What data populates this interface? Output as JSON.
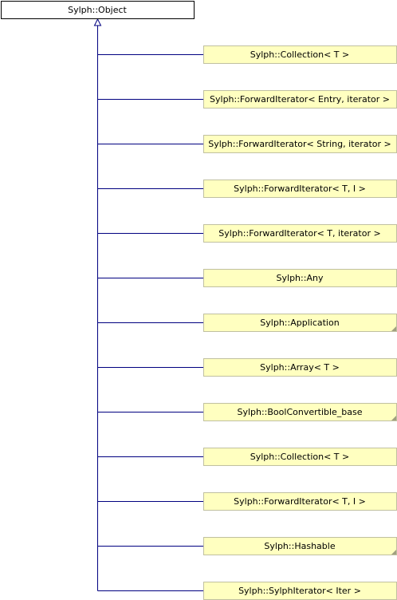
{
  "colors": {
    "root_fill": "#ffffff",
    "node_fill": "#ffffc0",
    "node_border": "#c0c0a0",
    "root_border": "#000000",
    "edge": "#000080",
    "corner_mark": "#a0a080"
  },
  "root": {
    "label": "Sylph::Object"
  },
  "children": [
    {
      "label": "Sylph::Collection< T >",
      "has_more": false
    },
    {
      "label": "Sylph::ForwardIterator< Entry, iterator >",
      "has_more": false
    },
    {
      "label": "Sylph::ForwardIterator< String, iterator >",
      "has_more": false
    },
    {
      "label": "Sylph::ForwardIterator< T, I >",
      "has_more": false
    },
    {
      "label": "Sylph::ForwardIterator< T, iterator >",
      "has_more": false
    },
    {
      "label": "Sylph::Any",
      "has_more": false
    },
    {
      "label": "Sylph::Application",
      "has_more": true
    },
    {
      "label": "Sylph::Array< T >",
      "has_more": false
    },
    {
      "label": "Sylph::BoolConvertible_base",
      "has_more": true
    },
    {
      "label": "Sylph::Collection< T >",
      "has_more": false
    },
    {
      "label": "Sylph::ForwardIterator< T, I >",
      "has_more": false
    },
    {
      "label": "Sylph::Hashable",
      "has_more": true
    },
    {
      "label": "Sylph::SylphIterator< Iter >",
      "has_more": false
    }
  ]
}
